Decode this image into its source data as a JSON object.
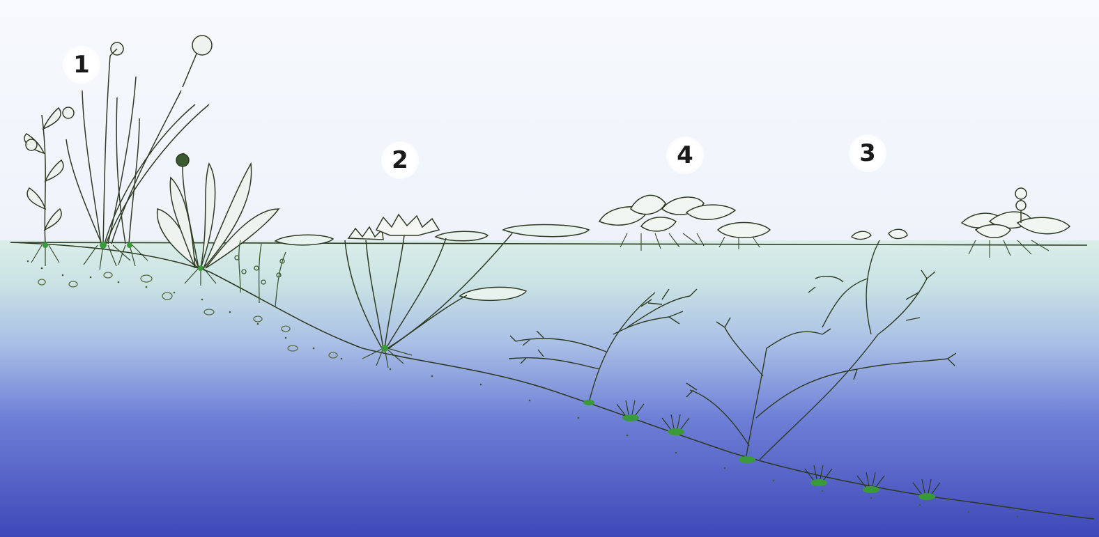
{
  "zone_markers": [
    {
      "id": "1",
      "label": "1"
    },
    {
      "id": "2",
      "label": "2"
    },
    {
      "id": "3",
      "label": "3"
    },
    {
      "id": "4",
      "label": "4"
    }
  ],
  "colors": {
    "sky": "#f4f7fb",
    "shallow_water": "#cfe6e6",
    "mid_water": "#8fa6e0",
    "deep_water": "#4a50c0",
    "plant_line": "#3a4a2a",
    "plant_accent": "#3a9a3a",
    "sediment": "#5a6a3a"
  }
}
